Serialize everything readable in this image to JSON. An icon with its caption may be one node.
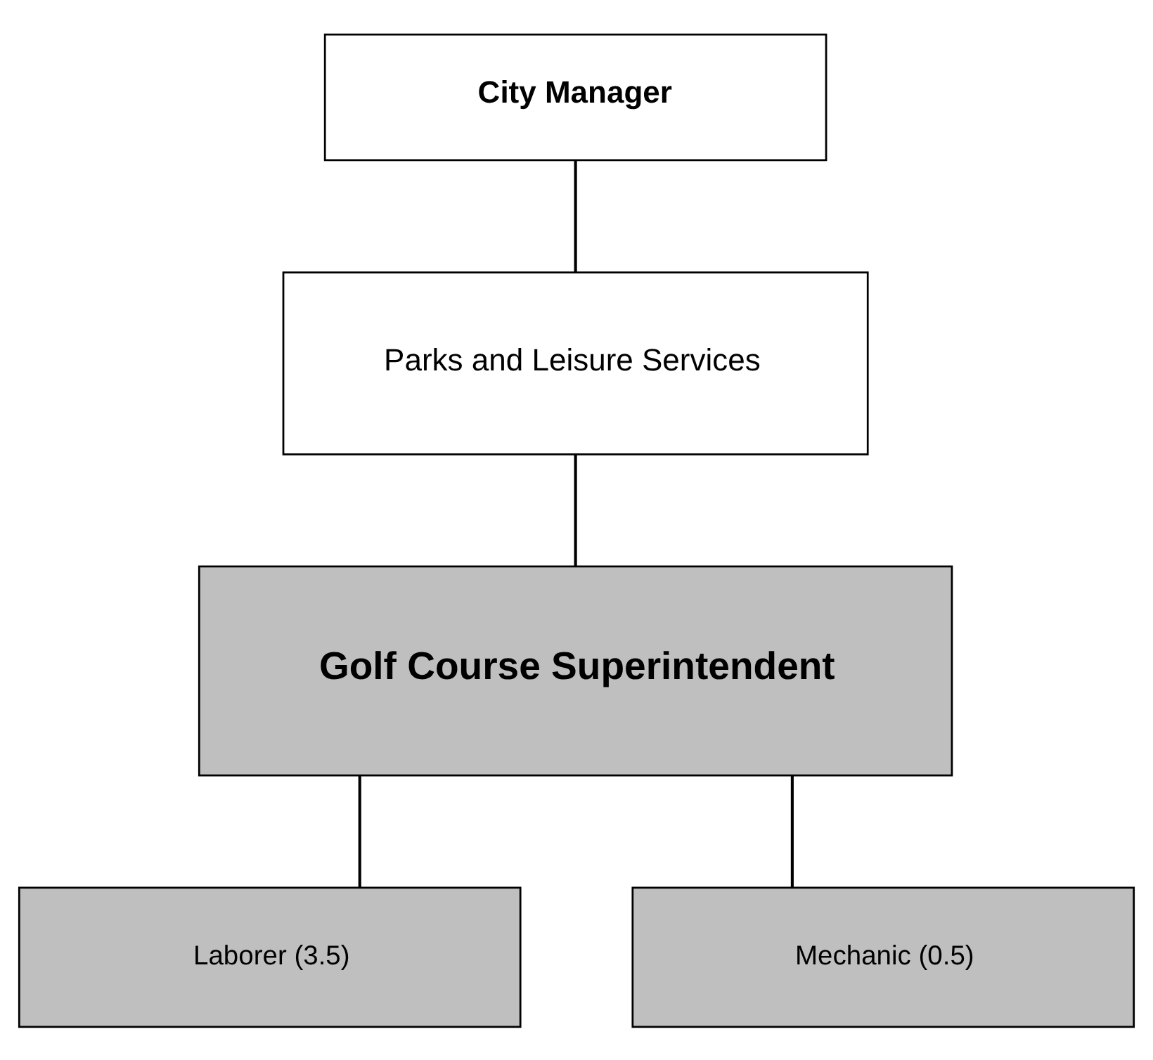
{
  "diagram": {
    "nodes": [
      {
        "text": [
          "City Manager"
        ]
      },
      {
        "text": [
          "Parks and Leisure Services"
        ]
      },
      {
        "text": [
          "Golf Course Superintendent"
        ]
      },
      {
        "text": [
          "Laborer (3.5)"
        ]
      },
      {
        "text": [
          "Mechanic (0.5)"
        ]
      }
    ],
    "edges": [
      {
        "from": 0,
        "to": 1,
        "arrow": "none"
      },
      {
        "from": 1,
        "to": 2,
        "arrow": "none"
      },
      {
        "from": 2,
        "to": 3,
        "arrow": "none"
      },
      {
        "from": 2,
        "to": 4,
        "arrow": "none"
      }
    ]
  }
}
